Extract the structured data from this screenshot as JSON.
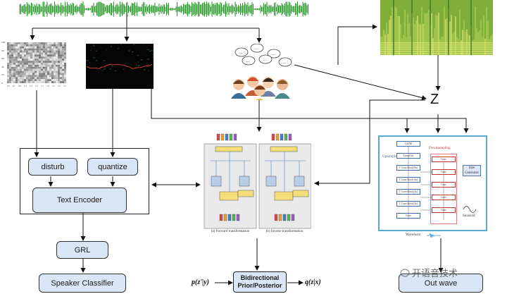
{
  "latent_symbol": "Z",
  "feature_panels": {
    "mel_axis_ticks": [
      "100",
      "80",
      "60",
      "40",
      "20",
      "0"
    ],
    "mel_bottom_ticks": [
      "0.5",
      "0.7",
      "0.9",
      "1.1",
      "1.3",
      "1.5",
      "1.7",
      "1.9",
      "2.1",
      "2.3",
      "2.5"
    ]
  },
  "encoder": {
    "disturb": "disturb",
    "quantize": "quantize",
    "text_encoder": "Text Encoder",
    "grl": "GRL",
    "speaker_classifier": "Speaker Classifier"
  },
  "flow": {
    "caption_forward": "(a) Forward transformation",
    "caption_inverse": "(b) Inverse transformation",
    "bidirectional_line1": "Bidirectional",
    "bidirectional_line2": "Prior/Posterior",
    "prior_expr": "p(z'|y)",
    "posterior_expr": "q(z|x)"
  },
  "vocoder": {
    "upsampling": "Upsampling",
    "downsampling": "Downsampling",
    "size_generator": "Size Generator",
    "sinusoid": "Sinusoid",
    "waveform": "Waveform",
    "left_blocks": [
      "LSTM",
      "Linear [a]",
      "T Conv block [8x]",
      "T Conv block [4x]",
      "T Conv block [4x]",
      "T Conv block [2x]",
      "Conv"
    ],
    "right_blocks": [
      "Conv",
      "Conv",
      "Conv",
      "Conv",
      "Conv"
    ]
  },
  "output": "Out wave",
  "watermark": "开语音技术",
  "colors": {
    "box_fill": "#d9e6f5",
    "vocoder_border": "#5aa9c9",
    "waveform_green": "#2e9b2e",
    "spectrogram_green": "#7fae3a",
    "flow_yellow": "#f3de7a"
  }
}
